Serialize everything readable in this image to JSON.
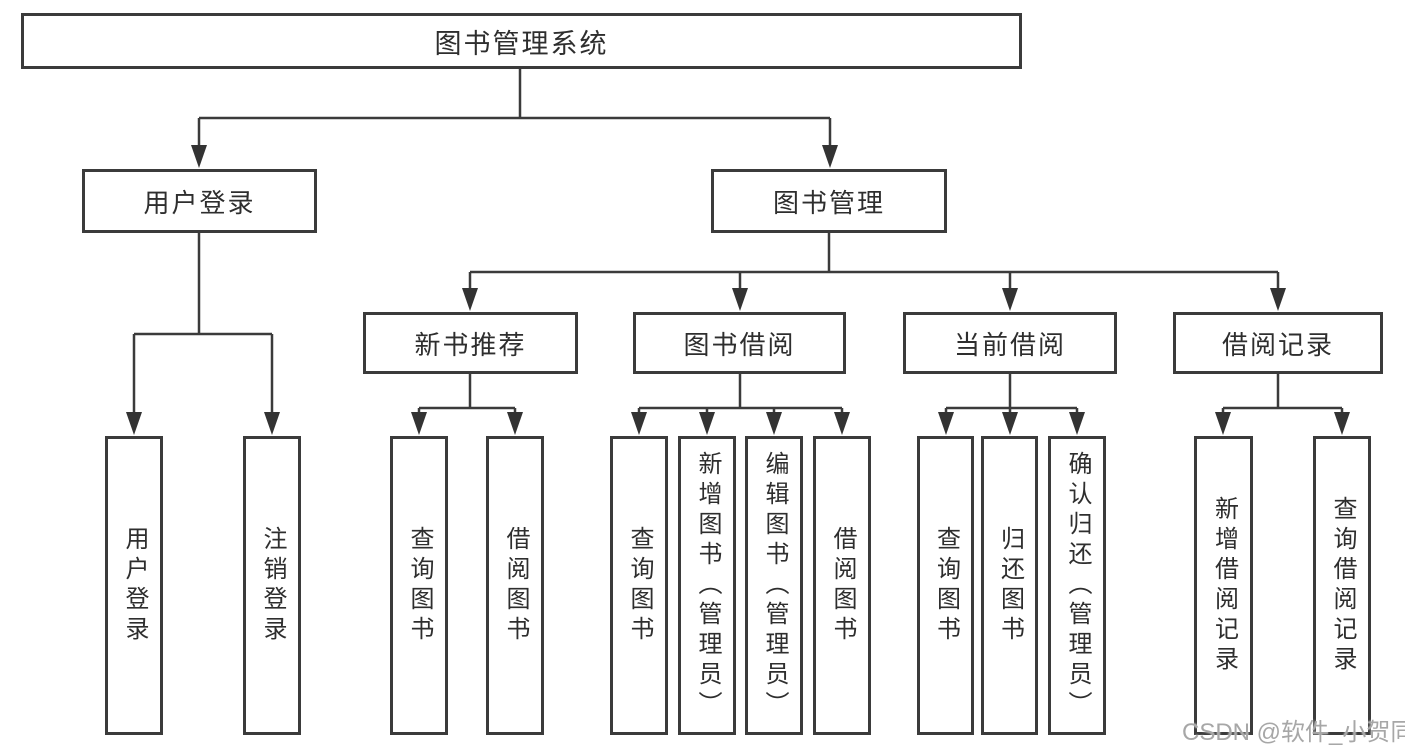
{
  "diagram": {
    "title": "图书管理系统",
    "level2": [
      {
        "label": "用户登录"
      },
      {
        "label": "图书管理"
      }
    ],
    "level3": [
      {
        "label": "新书推荐",
        "parent": "图书管理"
      },
      {
        "label": "图书借阅",
        "parent": "图书管理"
      },
      {
        "label": "当前借阅",
        "parent": "图书管理"
      },
      {
        "label": "借阅记录",
        "parent": "图书管理"
      }
    ],
    "leaves": [
      {
        "label": "用户登录",
        "parent": "用户登录"
      },
      {
        "label": "注销登录",
        "parent": "用户登录"
      },
      {
        "label": "查询图书",
        "parent": "新书推荐"
      },
      {
        "label": "借阅图书",
        "parent": "新书推荐"
      },
      {
        "label": "查询图书",
        "parent": "图书借阅"
      },
      {
        "label": "新增图书（管理员）",
        "parent": "图书借阅"
      },
      {
        "label": "编辑图书（管理员）",
        "parent": "图书借阅"
      },
      {
        "label": "借阅图书",
        "parent": "图书借阅"
      },
      {
        "label": "查询图书",
        "parent": "当前借阅"
      },
      {
        "label": "归还图书",
        "parent": "当前借阅"
      },
      {
        "label": "确认归还（管理员）",
        "parent": "当前借阅"
      },
      {
        "label": "新增借阅记录",
        "parent": "借阅记录"
      },
      {
        "label": "查询借阅记录",
        "parent": "借阅记录"
      }
    ]
  },
  "watermark": "CSDN @软件_小贺同学",
  "colors": {
    "line": "#3b3b3b",
    "text": "#2e2e2e",
    "watermark": "#a7a7a7",
    "background": "#ffffff"
  }
}
